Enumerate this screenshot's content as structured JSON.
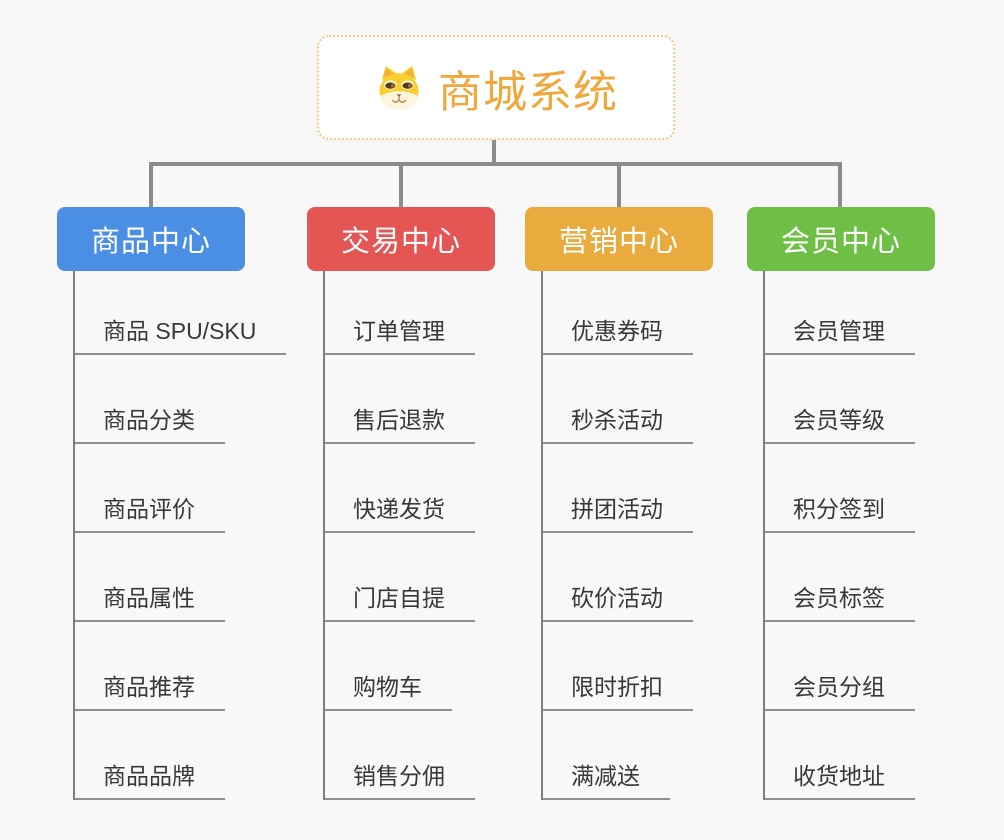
{
  "root": {
    "title": "商城系统",
    "icon": "shiba-dog-icon",
    "accent_color": "#f0a73c",
    "border_color": "#f2c987"
  },
  "connectors": {
    "color": "#8c8c8c",
    "child_line_color": "#8f8f8f"
  },
  "background_color": "#f8f8f8",
  "branches": [
    {
      "label": "商品中心",
      "color": "#4a8fe4",
      "children": [
        "商品 SPU/SKU",
        "商品分类",
        "商品评价",
        "商品属性",
        "商品推荐",
        "商品品牌"
      ]
    },
    {
      "label": "交易中心",
      "color": "#e35654",
      "children": [
        "订单管理",
        "售后退款",
        "快递发货",
        "门店自提",
        "购物车",
        "销售分佣"
      ]
    },
    {
      "label": "营销中心",
      "color": "#eaab3e",
      "children": [
        "优惠券码",
        "秒杀活动",
        "拼团活动",
        "砍价活动",
        "限时折扣",
        "满减送"
      ]
    },
    {
      "label": "会员中心",
      "color": "#6fbe45",
      "children": [
        "会员管理",
        "会员等级",
        "积分签到",
        "会员标签",
        "会员分组",
        "收货地址"
      ]
    }
  ]
}
